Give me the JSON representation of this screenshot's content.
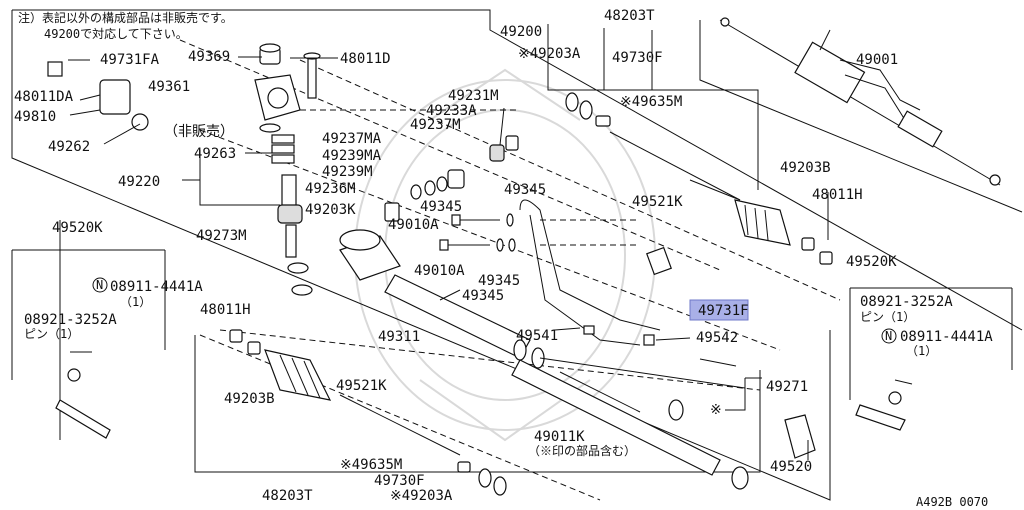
{
  "note": {
    "line1": "注）表記以外の構成部品は非販売です。",
    "line2": "49200で対応して下さい。"
  },
  "labels": {
    "p49200": "49200",
    "p48203T_top": "48203T",
    "p49001": "49001",
    "p49731FA": "49731FA",
    "p49369": "49369",
    "p48011D": "48011D",
    "p48011DA": "48011DA",
    "p49361": "49361",
    "p49810": "49810",
    "hihanbai": "（非販売）",
    "p49262": "49262",
    "p49263": "49263",
    "p49220": "49220",
    "p49203A_top": "※49203A",
    "p49730F_top": "49730F",
    "p49635M_top": "※49635M",
    "p49231M": "49231M",
    "p49233A": "49233A",
    "p49237MA": "49237MA",
    "p49237M": "49237M",
    "p49239MA": "49239MA",
    "p49239M": "49239M",
    "p49236M": "49236M",
    "p49345_a": "49345",
    "p49345_b": "49345",
    "p49345_c": "49345",
    "p49345_d": "49345",
    "p49521K_top": "49521K",
    "p49203B_right": "49203B",
    "p48011H_right": "48011H",
    "p49203K": "49203K",
    "p49010A_a": "49010A",
    "p49010A_b": "49010A",
    "p49273M": "49273M",
    "p49520K_left": "49520K",
    "p08911_left": "08911-4441A",
    "p08911_left_qty": "（1）",
    "p08921_left": "08921-3252A",
    "pin_left": "ピン（1）",
    "p49520K_right": "49520K",
    "p08921_right": "08921-3252A",
    "pin_right": "ピン（1）",
    "p08911_right": "08911-4441A",
    "p08911_right_qty": "（1）",
    "p49731F": "49731F",
    "p49542": "49542",
    "p49541": "49541",
    "p49311": "49311",
    "p48011H_left": "48011H",
    "p49203B_left": "49203B",
    "p49521K_bottom": "49521K",
    "p49271": "49271",
    "asterisk": "※",
    "p49011K": "49011K",
    "p49011K_note": "（※印の部品含む）",
    "p49635M_bottom": "※49635M",
    "p49730F_bottom": "49730F",
    "p49203A_bottom": "※49203A",
    "p48203T_bottom": "48203T",
    "p49520": "49520",
    "n_symbol": "N",
    "ref_code": "A492B 0070"
  },
  "colors": {
    "highlight": "#a9b0e8",
    "ink": "#111111"
  }
}
